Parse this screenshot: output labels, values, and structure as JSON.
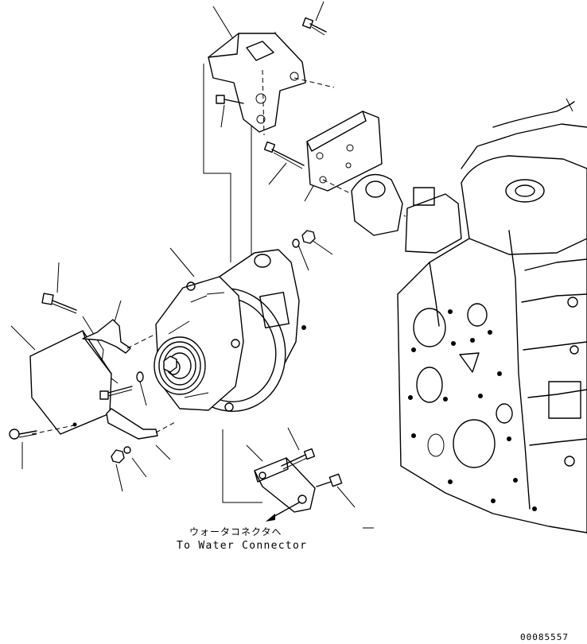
{
  "caption": {
    "japanese": "ウォータコネクタへ",
    "english": "To Water Connector"
  },
  "drawing_code": "00085557",
  "icons": [
    "alternator-icon",
    "engine-block-icon",
    "bracket-icon",
    "bolt-icon",
    "nut-icon",
    "washer-icon",
    "cover-icon",
    "stay-icon"
  ]
}
